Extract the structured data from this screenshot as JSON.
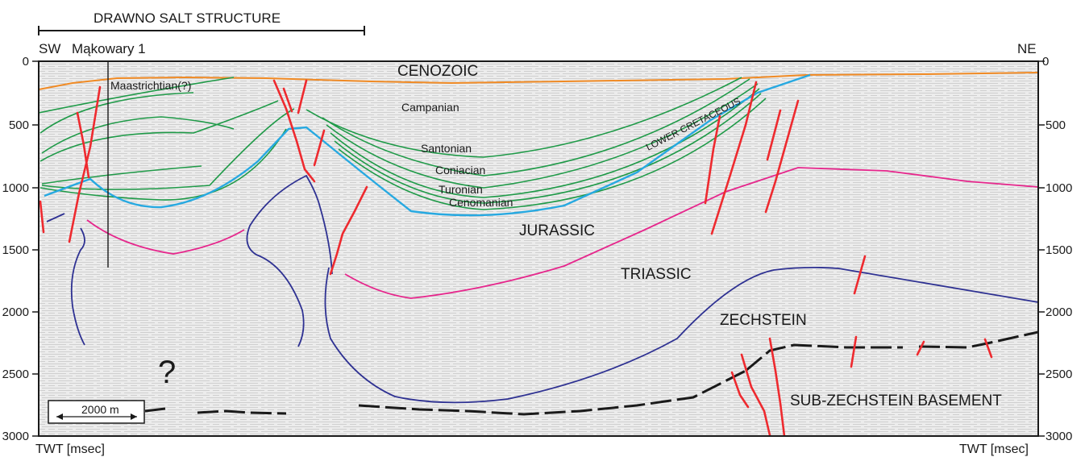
{
  "header": {
    "structure_title": "DRAWNO SALT STRUCTURE",
    "left_end": "SW",
    "well_name": "Mąkowary 1",
    "right_end": "NE"
  },
  "axis": {
    "unit_label": "TWT [msec]",
    "ticks": [
      "0",
      "500",
      "1000",
      "1500",
      "2000",
      "2500",
      "3000"
    ]
  },
  "units": {
    "cenozoic": "CENOZOIC",
    "maastrichtian": "Maastrichtian(?)",
    "campanian": "Campanian",
    "santonian": "Santonian",
    "coniacian": "Coniacian",
    "turonian": "Turonian",
    "cenomanian": "Cenomanian",
    "lower_cretaceous": "LOWER CRETACEOUS",
    "jurassic": "JURASSIC",
    "triassic": "TRIASSIC",
    "zechstein": "ZECHSTEIN",
    "basement": "SUB-ZECHSTEIN BASEMENT",
    "unknown": "?"
  },
  "scale_bar": {
    "label": "2000 m"
  },
  "colors": {
    "cenozoic_base": "#f08a24",
    "cretaceous_horizons": "#1f9a48",
    "lower_cretaceous_base": "#27a9e1",
    "triassic_top": "#e6268c",
    "zechstein": "#2e3192",
    "faults": "#ee2a2f",
    "basement_top": "#1a1a1a"
  }
}
